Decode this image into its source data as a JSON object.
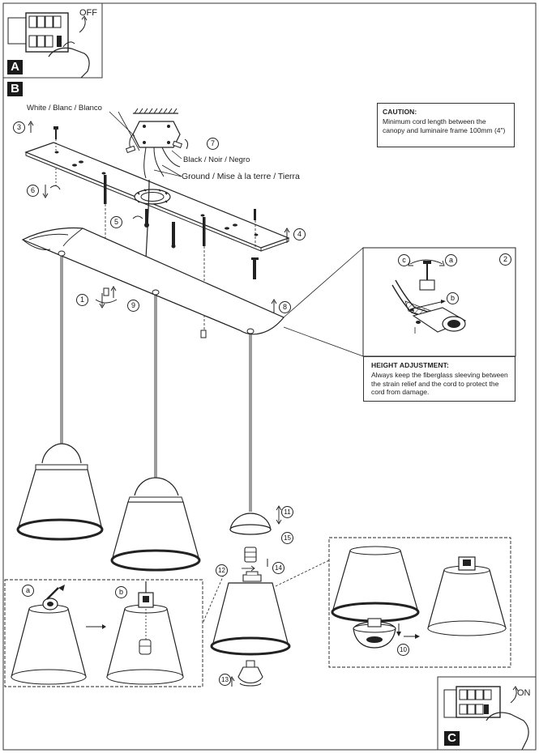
{
  "panels": {
    "a": {
      "badge": "A",
      "switch_label": "OFF"
    },
    "b": {
      "badge": "B"
    },
    "c": {
      "badge": "C",
      "switch_label": "ON"
    }
  },
  "wires": {
    "white": "White / Blanc / Blanco",
    "black": "Black / Noir / Negro",
    "ground": "Ground / Mise à la terre / Tierra"
  },
  "caution": {
    "title": "CAUTION:",
    "text": "Minimum cord length between the canopy and luminaire frame 100mm (4\")"
  },
  "height_adjustment": {
    "title": "HEIGHT ADJUSTMENT:",
    "text": "Always keep the fiberglass sleeving between the strain relief and the cord to protect the cord from damage."
  },
  "steps": [
    "1",
    "2",
    "3",
    "4",
    "5",
    "6",
    "7",
    "8",
    "9",
    "10",
    "11",
    "12",
    "13",
    "14",
    "15"
  ],
  "sub_steps": [
    "a",
    "b",
    "c"
  ],
  "colors": {
    "ink": "#1a1a1a",
    "paper": "#ffffff"
  }
}
